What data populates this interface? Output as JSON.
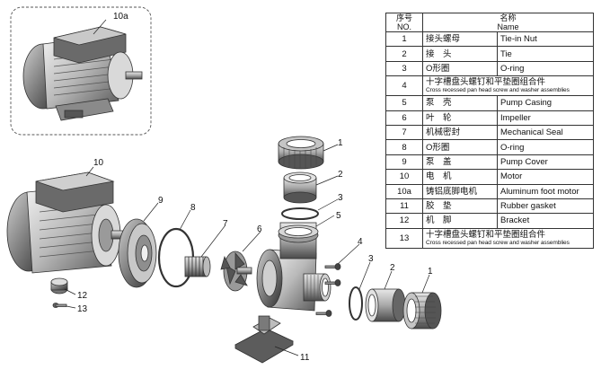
{
  "callouts": {
    "c10a": "10a",
    "c10": "10",
    "c9": "9",
    "c8": "8",
    "c7": "7",
    "c6": "6",
    "c5": "5",
    "c4": "4",
    "c3": "3",
    "c3b": "3",
    "c2": "2",
    "c2b": "2",
    "c1": "1",
    "c1b": "1",
    "c11": "11",
    "c12": "12",
    "c13": "13"
  },
  "legend": {
    "header": {
      "no_cn": "序号",
      "no_en": "NO.",
      "name_cn": "名称",
      "name_en": "Name"
    },
    "rows": [
      {
        "no": "1",
        "cn": "接头螺母",
        "en": "Tie-in Nut"
      },
      {
        "no": "2",
        "cn": "接　头",
        "en": "Tie"
      },
      {
        "no": "3",
        "cn": "O形圈",
        "en": "O-ring"
      },
      {
        "no": "4",
        "cn": "十字槽盘头螺钉和平垫圈组合件",
        "en": "Cross recessed pan head screw and washer assemblies"
      },
      {
        "no": "5",
        "cn": "泵　壳",
        "en": "Pump Casing"
      },
      {
        "no": "6",
        "cn": "叶　轮",
        "en": "Impeller"
      },
      {
        "no": "7",
        "cn": "机械密封",
        "en": "Mechanical Seal"
      },
      {
        "no": "8",
        "cn": "O形圈",
        "en": "O-ring"
      },
      {
        "no": "9",
        "cn": "泵　盖",
        "en": "Pump Cover"
      },
      {
        "no": "10",
        "cn": "电　机",
        "en": "Motor"
      },
      {
        "no": "10a",
        "cn": "铸铝底脚电机",
        "en": "Aluminum foot motor"
      },
      {
        "no": "11",
        "cn": "胶　垫",
        "en": "Rubber gasket"
      },
      {
        "no": "12",
        "cn": "机　脚",
        "en": "Bracket"
      },
      {
        "no": "13",
        "cn": "十字槽盘头螺钉和平垫圈组合件",
        "en": "Cross recessed pan head screw and washer assemblies"
      }
    ]
  }
}
